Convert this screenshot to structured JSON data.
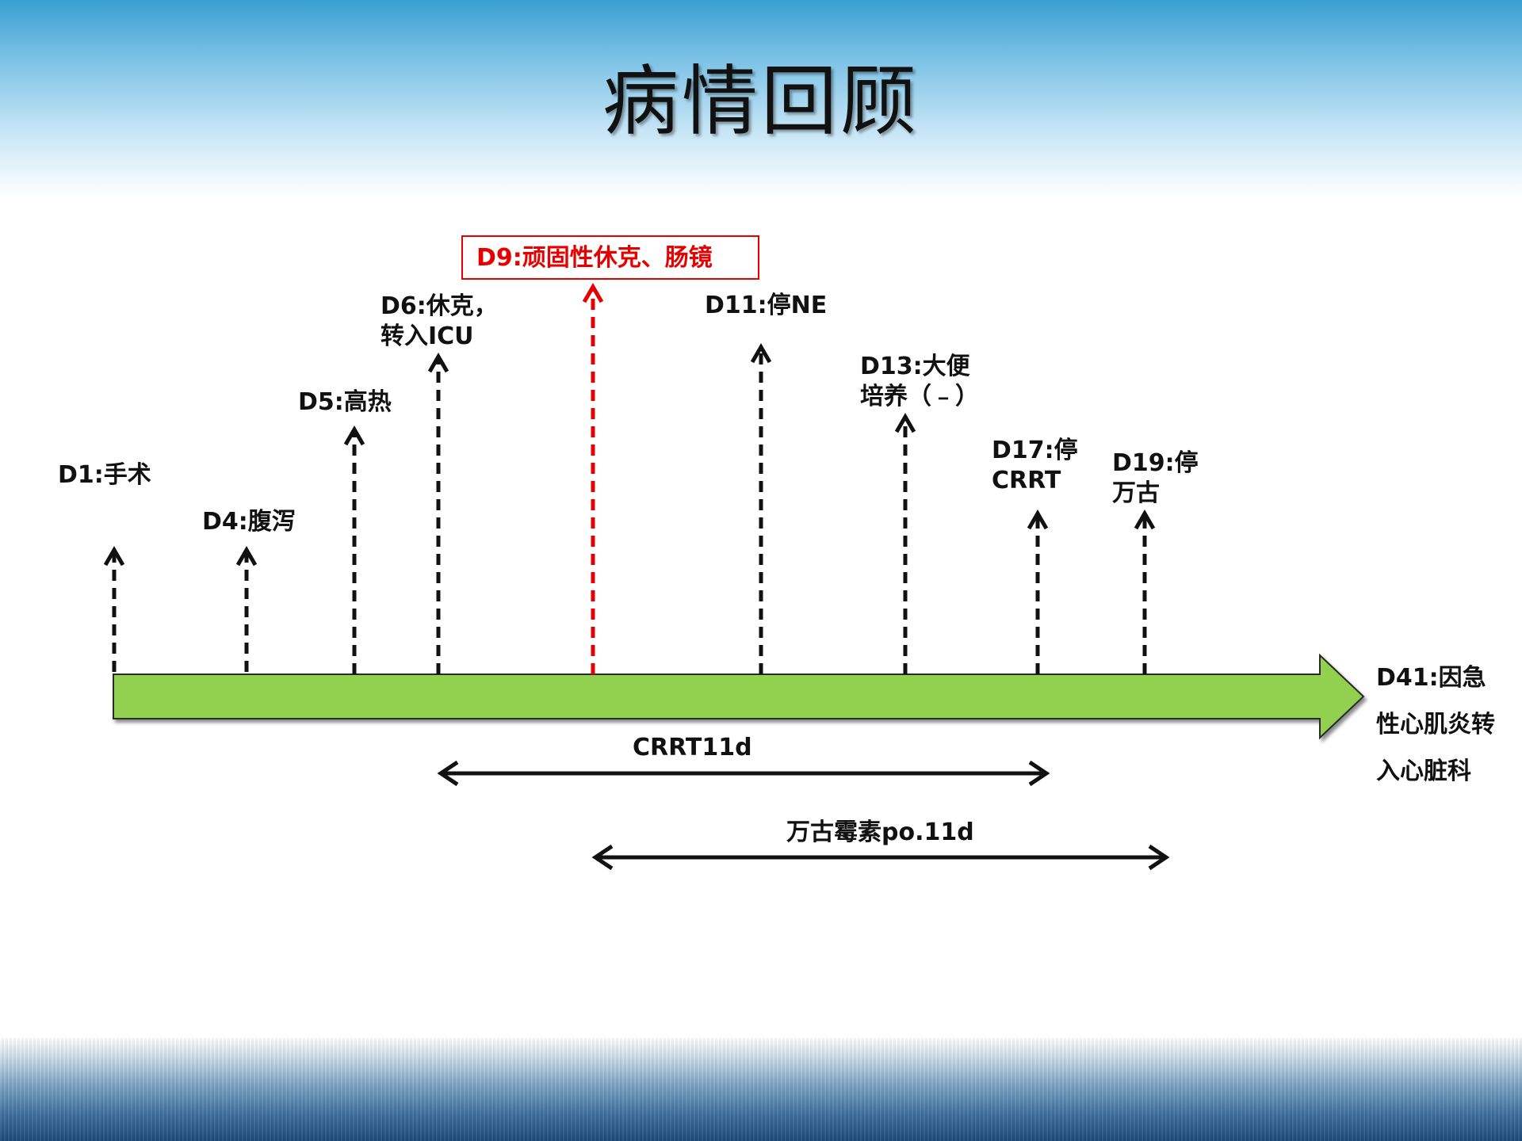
{
  "title": "病情回顾",
  "colors": {
    "timeline_fill": "#92d050",
    "timeline_stroke": "#2a2a2a",
    "event_arrow": "#111111",
    "highlight": "#e60000"
  },
  "events": [
    {
      "id": "d1",
      "label": "D1:手术"
    },
    {
      "id": "d4",
      "label": "D4:腹泻"
    },
    {
      "id": "d5",
      "label": "D5:高热"
    },
    {
      "id": "d6",
      "label": "D6:休克，\n转入ICU"
    },
    {
      "id": "d9",
      "label": "D9:顽固性休克、肠镜",
      "highlight": true
    },
    {
      "id": "d11",
      "label": "D11:停NE"
    },
    {
      "id": "d13",
      "label": "D13:大便\n培养（﹣）"
    },
    {
      "id": "d17",
      "label": "D17:停\nCRRT"
    },
    {
      "id": "d19",
      "label": "D19:停\n万古"
    }
  ],
  "end_label": "D41:因急\n性心肌炎转\n入心脏科",
  "spans": [
    {
      "id": "crrt",
      "label": "CRRT11d"
    },
    {
      "id": "vanco",
      "label": "万古霉素po.11d"
    }
  ]
}
